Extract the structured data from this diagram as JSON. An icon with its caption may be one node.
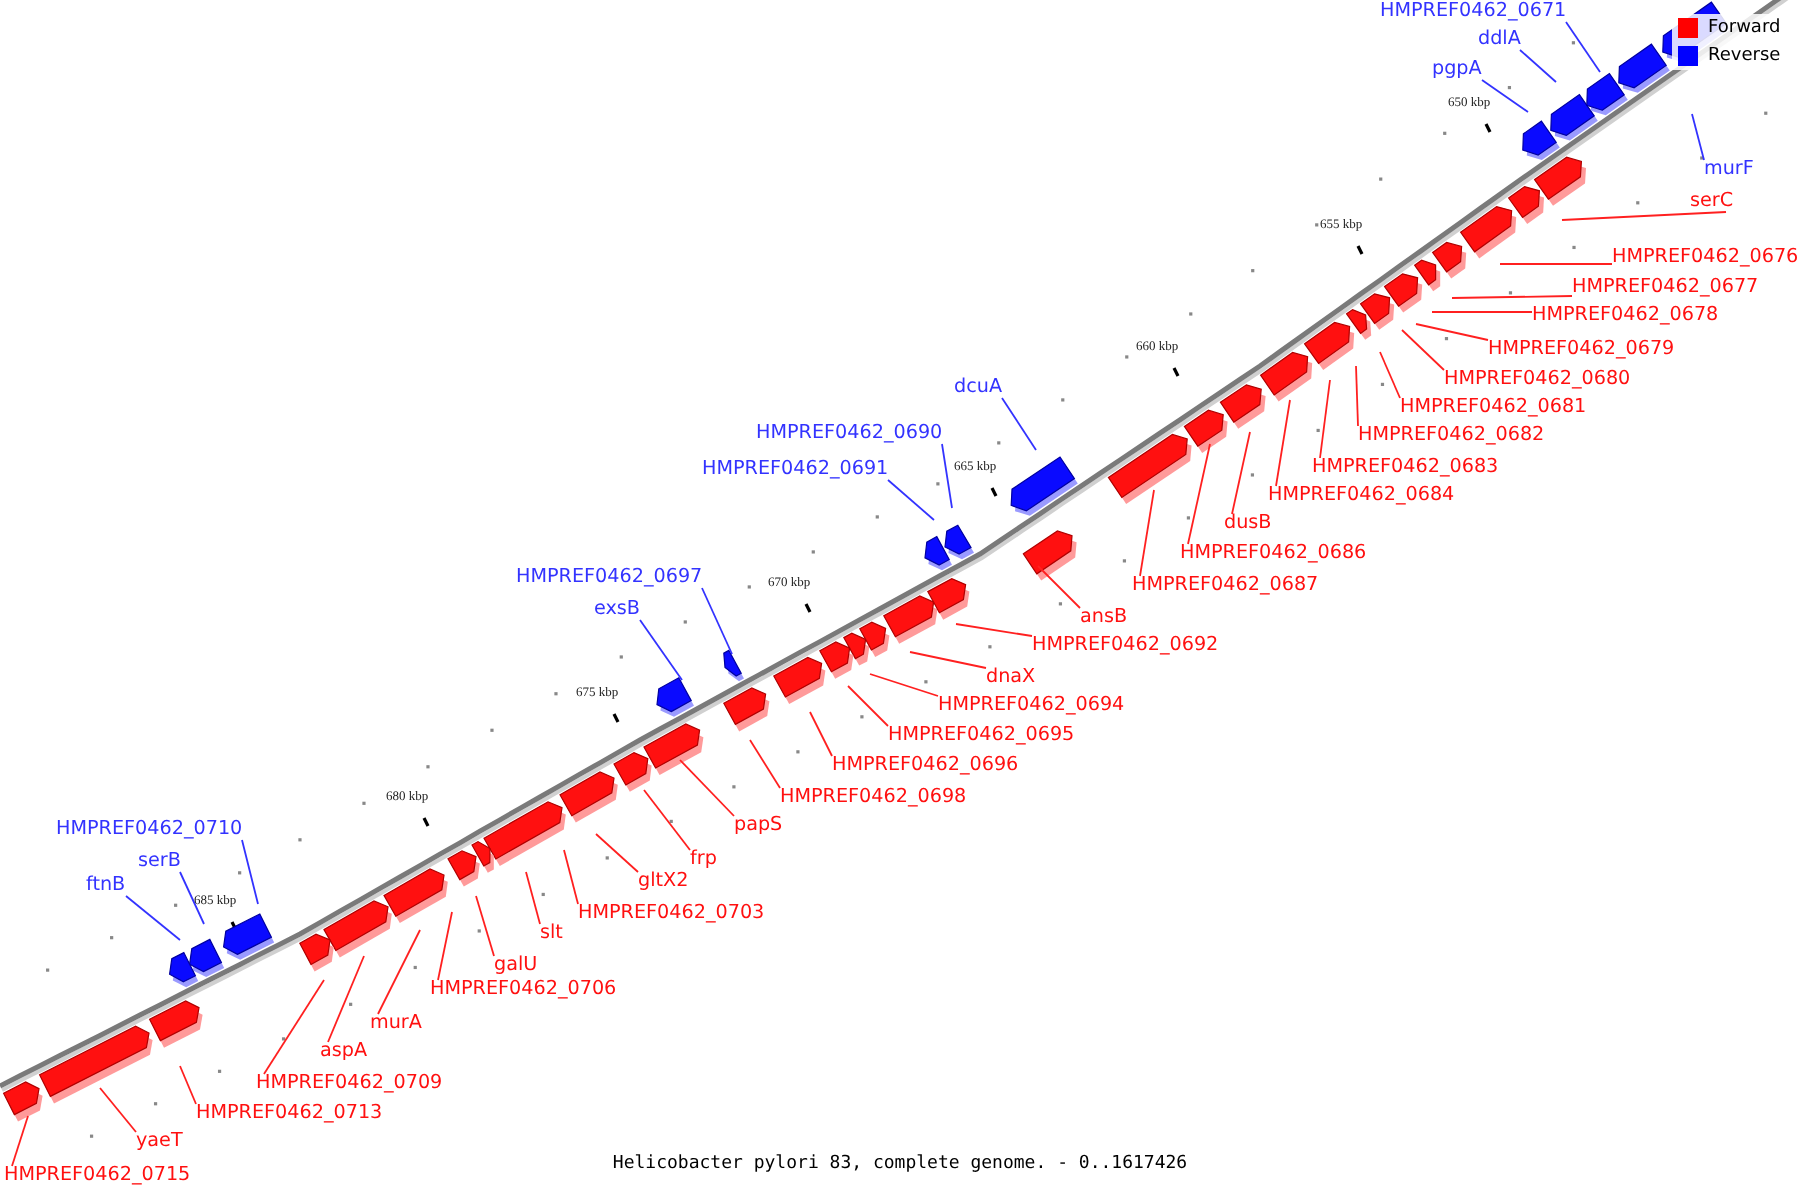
{
  "diagram": {
    "caption": "Helicobacter pylori 83, complete genome. - 0..1617426",
    "nodes": [
      {
        "text": [
          "HMPREF0462_0671"
        ]
      },
      {
        "text": [
          "ddlA"
        ]
      },
      {
        "text": [
          "pgpA"
        ]
      },
      {
        "text": [
          "murF"
        ]
      },
      {
        "text": [
          "serC"
        ]
      },
      {
        "text": [
          "HMPREF0462_0676"
        ]
      },
      {
        "text": [
          "HMPREF0462_0677"
        ]
      },
      {
        "text": [
          "HMPREF0462_0678"
        ]
      },
      {
        "text": [
          "HMPREF0462_0679"
        ]
      },
      {
        "text": [
          "HMPREF0462_0680"
        ]
      },
      {
        "text": [
          "dcuA"
        ]
      },
      {
        "text": [
          "HMPREF0462_0681"
        ]
      },
      {
        "text": [
          "HMPREF0462_0690"
        ]
      },
      {
        "text": [
          "HMPREF0462_0682"
        ]
      },
      {
        "text": [
          "HMPREF0462_0691"
        ]
      },
      {
        "text": [
          "HMPREF0462_0683"
        ]
      },
      {
        "text": [
          "HMPREF0462_0684"
        ]
      },
      {
        "text": [
          "dusB"
        ]
      },
      {
        "text": [
          "HMPREF0462_0686"
        ]
      },
      {
        "text": [
          "HMPREF0462_0697"
        ]
      },
      {
        "text": [
          "HMPREF0462_0687"
        ]
      },
      {
        "text": [
          "exsB"
        ]
      },
      {
        "text": [
          "ansB"
        ]
      },
      {
        "text": [
          "HMPREF0462_0692"
        ]
      },
      {
        "text": [
          "dnaX"
        ]
      },
      {
        "text": [
          "HMPREF0462_0694"
        ]
      },
      {
        "text": [
          "HMPREF0462_0695"
        ]
      },
      {
        "text": [
          "HMPREF0462_0696"
        ]
      },
      {
        "text": [
          "HMPREF0462_0698"
        ]
      },
      {
        "text": [
          "HMPREF0462_0710"
        ]
      },
      {
        "text": [
          "papS"
        ]
      },
      {
        "text": [
          "serB"
        ]
      },
      {
        "text": [
          "frp"
        ]
      },
      {
        "text": [
          "gltX2"
        ]
      },
      {
        "text": [
          "ftnB"
        ]
      },
      {
        "text": [
          "HMPREF0462_0703"
        ]
      },
      {
        "text": [
          "slt"
        ]
      },
      {
        "text": [
          "galU"
        ]
      },
      {
        "text": [
          "HMPREF0462_0706"
        ]
      },
      {
        "text": [
          "murA"
        ]
      },
      {
        "text": [
          "aspA"
        ]
      },
      {
        "text": [
          "HMPREF0462_0709"
        ]
      },
      {
        "text": [
          "HMPREF0462_0713"
        ]
      },
      {
        "text": [
          "yaeT"
        ]
      },
      {
        "text": [
          "HMPREF0462_0715"
        ]
      }
    ],
    "edges": [
      {
        "from": 0,
        "to": null,
        "arrow": "none",
        "color": "#3333ff"
      },
      {
        "from": 1,
        "to": null,
        "arrow": "none",
        "color": "#3333ff"
      },
      {
        "from": 2,
        "to": null,
        "arrow": "none",
        "color": "#3333ff"
      },
      {
        "from": 3,
        "to": null,
        "arrow": "none",
        "color": "#3333ff"
      },
      {
        "from": 4,
        "to": null,
        "arrow": "none"
      },
      {
        "from": 5,
        "to": null,
        "arrow": "none"
      },
      {
        "from": 6,
        "to": null,
        "arrow": "none"
      },
      {
        "from": 7,
        "to": null,
        "arrow": "none"
      },
      {
        "from": 8,
        "to": null,
        "arrow": "none"
      },
      {
        "from": 9,
        "to": null,
        "arrow": "none"
      },
      {
        "from": 10,
        "to": null,
        "arrow": "none",
        "color": "#3333ff"
      },
      {
        "from": 11,
        "to": null,
        "arrow": "none"
      },
      {
        "from": 12,
        "to": null,
        "arrow": "none",
        "color": "#3333ff"
      },
      {
        "from": 13,
        "to": null,
        "arrow": "none"
      },
      {
        "from": 14,
        "to": null,
        "arrow": "none",
        "color": "#3333ff"
      },
      {
        "from": 15,
        "to": null,
        "arrow": "none"
      },
      {
        "from": 16,
        "to": null,
        "arrow": "none"
      },
      {
        "from": 17,
        "to": null,
        "arrow": "none"
      },
      {
        "from": 18,
        "to": null,
        "arrow": "none"
      },
      {
        "from": 19,
        "to": null,
        "arrow": "none",
        "color": "#3333ff"
      },
      {
        "from": 20,
        "to": null,
        "arrow": "none"
      },
      {
        "from": 21,
        "to": null,
        "arrow": "none",
        "color": "#3333ff"
      },
      {
        "from": 22,
        "to": null,
        "arrow": "none"
      },
      {
        "from": 23,
        "to": null,
        "arrow": "none"
      },
      {
        "from": 24,
        "to": null,
        "arrow": "none"
      },
      {
        "from": 25,
        "to": null,
        "arrow": "none"
      },
      {
        "from": 26,
        "to": null,
        "arrow": "none"
      },
      {
        "from": 27,
        "to": null,
        "arrow": "none"
      },
      {
        "from": 28,
        "to": null,
        "arrow": "none"
      },
      {
        "from": 29,
        "to": null,
        "arrow": "none",
        "color": "#3333ff"
      },
      {
        "from": 30,
        "to": null,
        "arrow": "none"
      },
      {
        "from": 31,
        "to": null,
        "arrow": "none",
        "color": "#3333ff"
      },
      {
        "from": 32,
        "to": null,
        "arrow": "none"
      },
      {
        "from": 33,
        "to": null,
        "arrow": "none"
      },
      {
        "from": 34,
        "to": null,
        "arrow": "none",
        "color": "#3333ff"
      },
      {
        "from": 35,
        "to": null,
        "arrow": "none"
      },
      {
        "from": 36,
        "to": null,
        "arrow": "none"
      },
      {
        "from": 37,
        "to": null,
        "arrow": "none"
      },
      {
        "from": 38,
        "to": null,
        "arrow": "none"
      },
      {
        "from": 39,
        "to": null,
        "arrow": "none"
      },
      {
        "from": 40,
        "to": null,
        "arrow": "none"
      },
      {
        "from": 41,
        "to": null,
        "arrow": "none"
      },
      {
        "from": 42,
        "to": null,
        "arrow": "none"
      },
      {
        "from": 43,
        "to": null,
        "arrow": "none"
      },
      {
        "from": 44,
        "to": null,
        "arrow": "none"
      }
    ],
    "labels": [
      "650 kbp",
      "655 kbp",
      "660 kbp",
      "665 kbp",
      "670 kbp",
      "675 kbp",
      "680 kbp",
      "685 kbp"
    ],
    "legend": [
      {
        "text": "Forward",
        "color": "#ff0000"
      },
      {
        "text": "Reverse",
        "color": "#0000ff"
      }
    ]
  }
}
